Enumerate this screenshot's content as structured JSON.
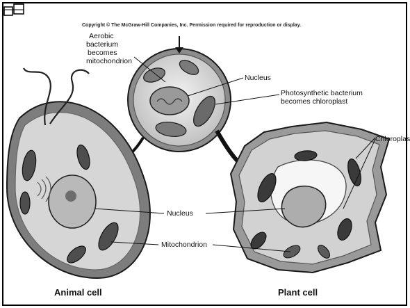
{
  "copyright": "Copyright © The McGraw-Hill Companies, Inc. Permission required for reproduction or display.",
  "labels": {
    "aerobic_1": "Aerobic",
    "aerobic_2": "bacterium",
    "aerobic_3": "becomes",
    "aerobic_4": "mitochondrion",
    "nucleus_top": "Nucleus",
    "photo_1": "Photosynthetic bacterium",
    "photo_2": "becomes chloroplast",
    "chloroplast": "Chloroplas",
    "nucleus_mid": "Nucleus",
    "mitochondrion": "Mitochondrion"
  },
  "captions": {
    "animal": "Animal cell",
    "plant": "Plant cell"
  },
  "colors": {
    "stroke": "#1a1a1a",
    "cell_fill": "#d9d9d9",
    "membrane": "#6e6e6e",
    "dark": "#3a3a3a"
  }
}
